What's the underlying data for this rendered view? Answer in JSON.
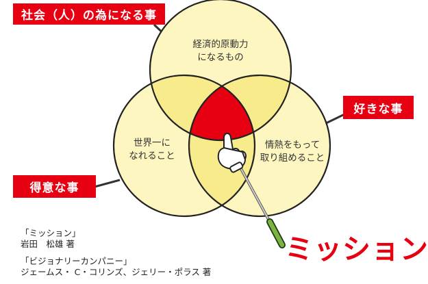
{
  "tags": {
    "society": "社会（人）の為になる事",
    "like": "好きな事",
    "good_at": "得意な事"
  },
  "circles": {
    "top": {
      "line1": "経済的原動力",
      "line2": "になるもの"
    },
    "left": {
      "line1": "世界一に",
      "line2": "なれること"
    },
    "right": {
      "line1": "情熱をもって",
      "line2": "取り組めること"
    }
  },
  "center_result": "ミッション",
  "sources": [
    {
      "title": "「ミッション」",
      "author": "岩田　松雄 著"
    },
    {
      "title": "「ビジョナリーカンパニー」",
      "author": "ジェームス・ C・コリンズ、ジェリー・ポラス 著"
    }
  ],
  "colors": {
    "accent": "#e60012",
    "circle_fill": "#fdf6c0",
    "overlap_fill": "#f8eb8c",
    "pointer": "#7cb342"
  },
  "icons": [
    "pointing-hand-icon",
    "pointer-stick-icon"
  ]
}
